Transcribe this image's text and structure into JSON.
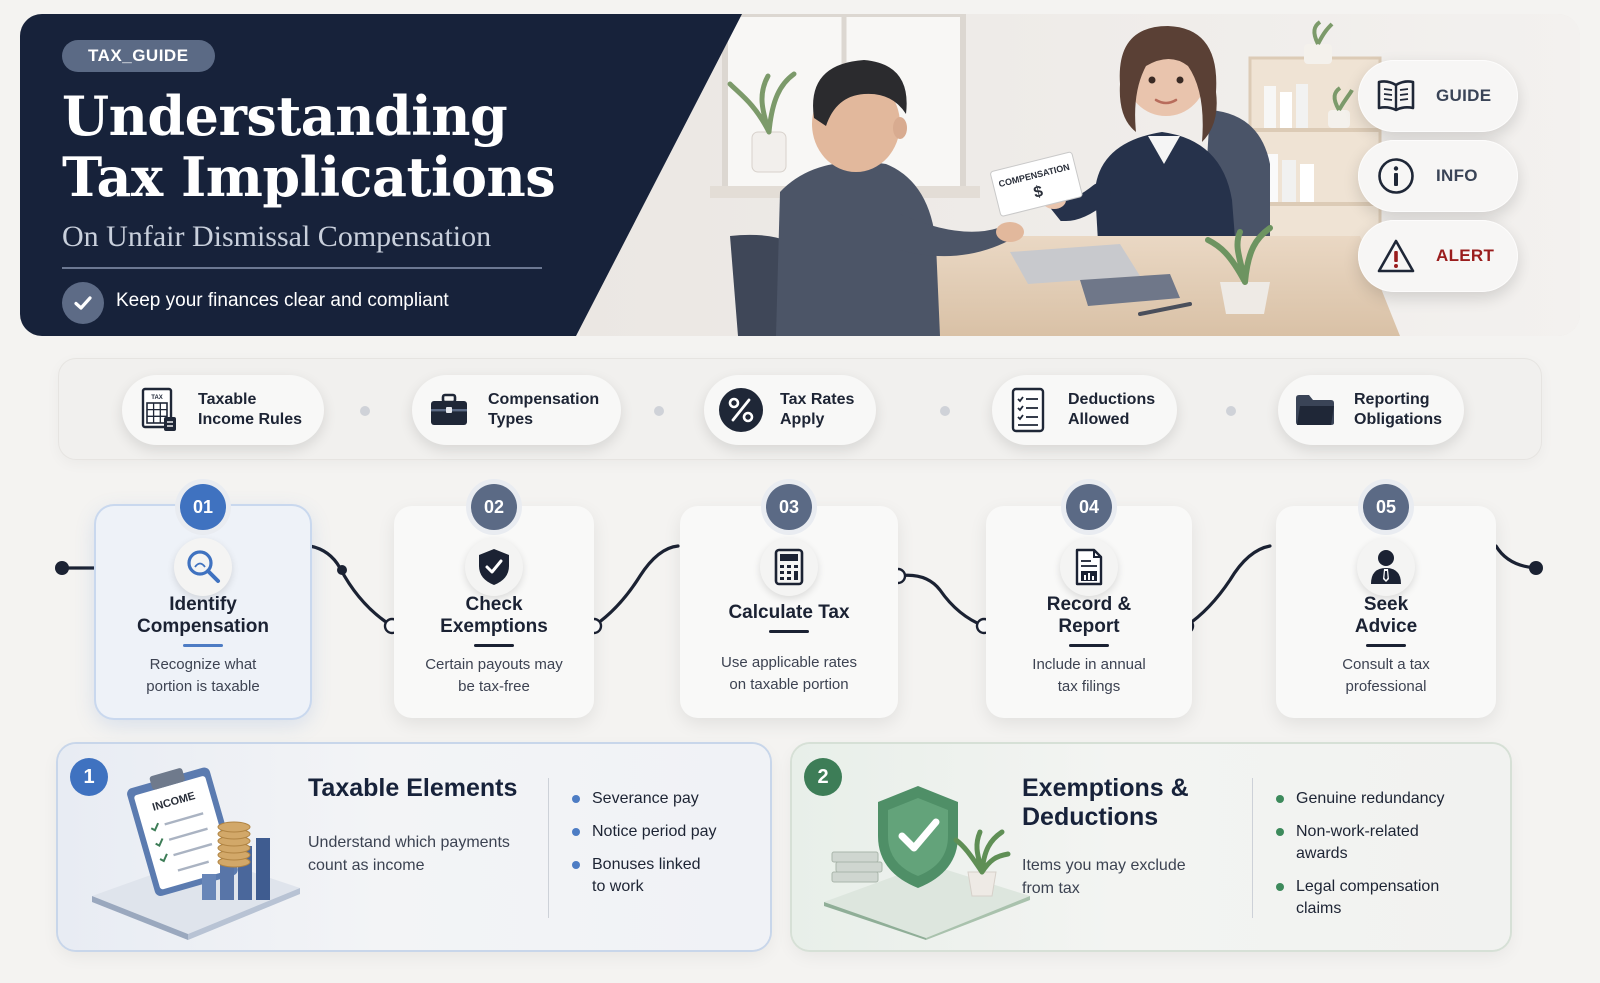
{
  "hero": {
    "tag": "TAX_GUIDE",
    "title_line1": "Understanding",
    "title_line2": "Tax Implications",
    "subtitle": "On Unfair Dismissal Compensation",
    "note": "Keep your finances clear and compliant",
    "cheque_text": "COMPENSATION",
    "cheque_symbol": "$"
  },
  "side_buttons": [
    {
      "label": "GUIDE",
      "icon": "open-book-icon"
    },
    {
      "label": "INFO",
      "icon": "info-icon"
    },
    {
      "label": "ALERT",
      "icon": "warning-icon",
      "color": "#9a1d1d"
    }
  ],
  "topics": [
    {
      "label": "Taxable\nIncome Rules",
      "icon": "tax-form-icon"
    },
    {
      "label": "Compensation\nTypes",
      "icon": "briefcase-icon"
    },
    {
      "label": "Tax Rates\nApply",
      "icon": "percent-icon"
    },
    {
      "label": "Deductions\nAllowed",
      "icon": "checklist-icon"
    },
    {
      "label": "Reporting\nObligations",
      "icon": "folder-icon"
    }
  ],
  "steps": [
    {
      "num": "01",
      "title": "Identify\nCompensation",
      "desc": "Recognize what\nportion is taxable",
      "icon": "magnifier-icon",
      "color": "#3f72c0"
    },
    {
      "num": "02",
      "title": "Check\nExemptions",
      "desc": "Certain payouts may\nbe tax-free",
      "icon": "shield-check-icon",
      "color": "#5b6a85"
    },
    {
      "num": "03",
      "title": "Calculate Tax",
      "desc": "Use applicable rates\non taxable portion",
      "icon": "calculator-icon",
      "color": "#5b6a85"
    },
    {
      "num": "04",
      "title": "Record &\nReport",
      "desc": "Include in annual\ntax filings",
      "icon": "report-icon",
      "color": "#5b6a85"
    },
    {
      "num": "05",
      "title": "Seek\nAdvice",
      "desc": "Consult a tax\nprofessional",
      "icon": "advisor-icon",
      "color": "#5b6a85"
    }
  ],
  "cards": [
    {
      "num": "1",
      "title": "Taxable Elements",
      "desc": "Understand which payments\ncount as income",
      "art_label": "INCOME",
      "items": [
        "Severance pay",
        "Notice period pay",
        "Bonuses linked\nto work"
      ],
      "accent": "#3f72c0"
    },
    {
      "num": "2",
      "title": "Exemptions &\nDeductions",
      "desc": "Items you may exclude\nfrom tax",
      "items": [
        "Genuine redundancy",
        "Non-work-related\nawards",
        "Legal compensation\nclaims"
      ],
      "accent": "#3d7d57"
    }
  ]
}
